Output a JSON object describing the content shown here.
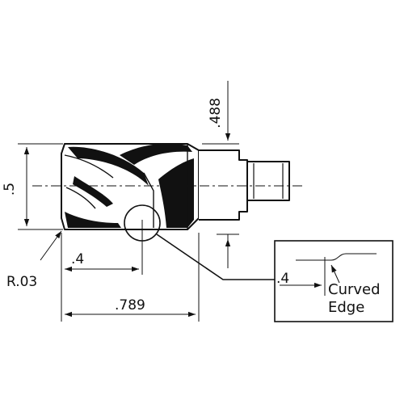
{
  "labels": {
    "dim_diameter": ".5",
    "dim_shank_height": ".488",
    "dim_corner_radius": "R.03",
    "dim_flute_length": ".4",
    "dim_overall_length": ".789",
    "detail_dim": ".4",
    "detail_caption_line1": "Curved",
    "detail_caption_line2": "Edge"
  },
  "colors": {
    "ink": "#111111",
    "body_fill": "#ffffff",
    "paper": "#ffffff"
  }
}
